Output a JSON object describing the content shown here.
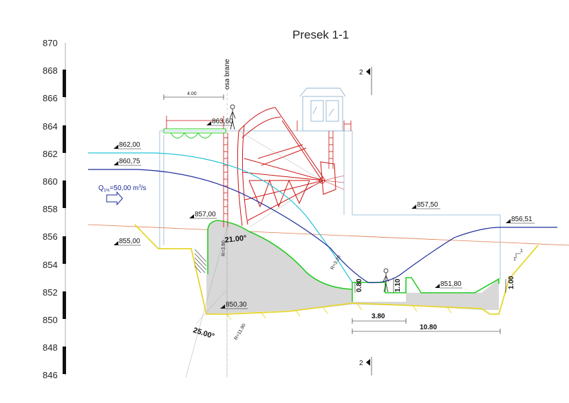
{
  "title": "Presek 1-1",
  "dam_axis_label": "osa brane",
  "elevation_scale": {
    "ticks": [
      "870",
      "868",
      "866",
      "864",
      "862",
      "860",
      "858",
      "856",
      "854",
      "852",
      "850",
      "848",
      "846"
    ]
  },
  "water_levels": {
    "upstream_high": "862,00",
    "upstream_low": "860,75",
    "downstream": "857,50",
    "downstream_right": "856,51"
  },
  "elevations": {
    "deck": "863,60",
    "sill": "857,00",
    "left_bank": "855,00",
    "stilling_basin": "851,80",
    "foundation": "850,30"
  },
  "discharge": {
    "label": "Q",
    "subscript": "1%",
    "value": "=50,00 m",
    "unit_sup": "3",
    "unit_tail": "/s"
  },
  "dimensions": {
    "bridge_width": "4.00",
    "basin_length_1": "3.80",
    "basin_length_total": "10.80",
    "step_height_1": "0.80",
    "step_height_2": "1.10",
    "end_sill_height": "1.00"
  },
  "angles": {
    "crest": "21.00°",
    "base": "25.00°"
  },
  "radii": {
    "crest": "R=3.80",
    "nappe": "R=3.20",
    "base": "R=11.90"
  },
  "section_marker": "2",
  "slope": {
    "vertical": "1",
    "horizontal": "1"
  },
  "colors": {
    "gate_structure": "#cc1111",
    "upstream_water": "#22c3d6",
    "downstream_water": "#1a2a9a",
    "concrete_outline": "#22cc22",
    "foundation": "#e6d62a",
    "concrete_fill": "#d8d8d8",
    "terrain_line": "#e07b4a"
  }
}
